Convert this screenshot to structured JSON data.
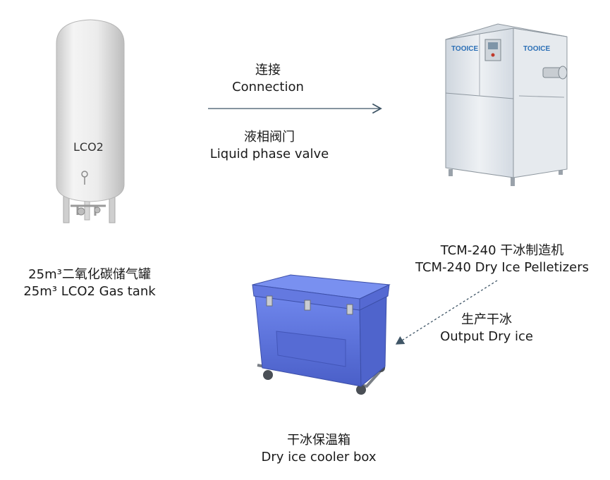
{
  "tank": {
    "body_text": "LCO2",
    "caption_zh": "25m³二氧化碳储气罐",
    "caption_en": "25m³ LCO2 Gas tank"
  },
  "connection": {
    "top_zh": "连接",
    "top_en": "Connection",
    "bottom_zh": "液相阀门",
    "bottom_en": "Liquid phase valve"
  },
  "machine": {
    "brand": "TOOICE",
    "caption_zh": "TCM-240 干冰制造机",
    "caption_en": "TCM-240 Dry Ice Pelletizers"
  },
  "output": {
    "label_zh": "生产干冰",
    "label_en": "Output Dry ice"
  },
  "cooler": {
    "caption_zh": "干冰保温箱",
    "caption_en": "Dry ice cooler box"
  },
  "colors": {
    "tank_body": "#eeeeee",
    "machine_panel": "#dde3ea",
    "cooler_blue": "#5a70d8",
    "arrow": "#3f5566"
  }
}
